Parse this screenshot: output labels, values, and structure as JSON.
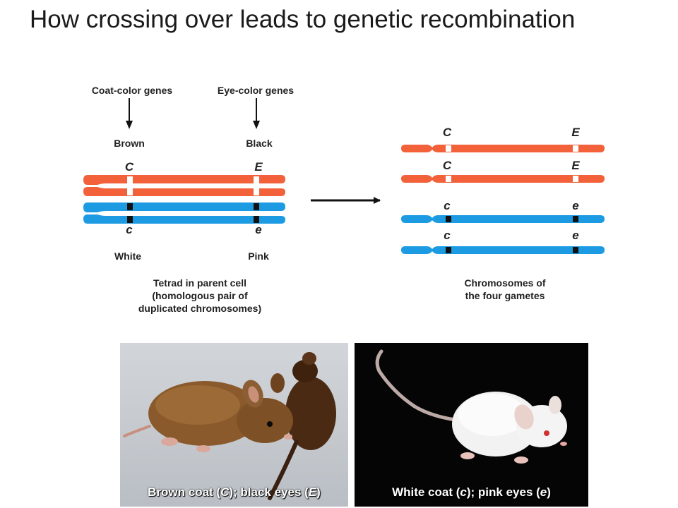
{
  "title": "How crossing over leads to genetic recombination",
  "parent": {
    "coat_header": "Coat-color genes",
    "eye_header": "Eye-color genes",
    "top_coat": "Brown",
    "top_eye": "Black",
    "allele_C": "C",
    "allele_E": "E",
    "allele_c": "c",
    "allele_e": "e",
    "bottom_coat": "White",
    "bottom_eye": "Pink",
    "caption_lines": [
      "Tetrad in parent cell",
      "(homologous pair of",
      "duplicated chromosomes)"
    ]
  },
  "gametes": {
    "rows": [
      {
        "coat": "C",
        "eye": "E"
      },
      {
        "coat": "C",
        "eye": "E"
      },
      {
        "coat": "c",
        "eye": "e"
      },
      {
        "coat": "c",
        "eye": "e"
      }
    ],
    "caption_lines": [
      "Chromosomes of",
      "the four gametes"
    ]
  },
  "photos": {
    "left": {
      "caption_parts": [
        "Brown coat (",
        "C",
        "); black eyes (",
        "E",
        ")"
      ]
    },
    "right": {
      "caption_parts": [
        "White coat (",
        "c",
        "); pink eyes (",
        "e",
        ")"
      ]
    }
  },
  "colors": {
    "orange": "#f2613a",
    "blue": "#1c9be3",
    "arrow": "#111111"
  }
}
